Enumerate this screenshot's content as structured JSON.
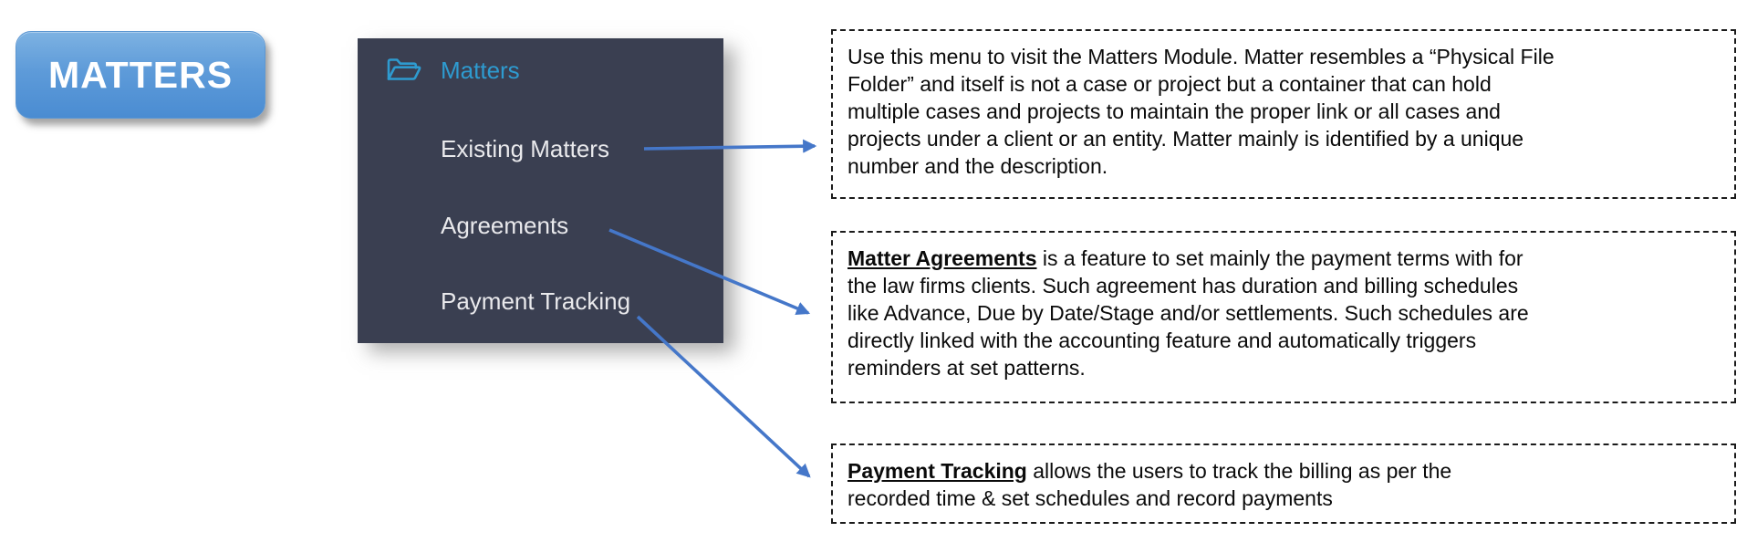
{
  "title_button": {
    "label": "MATTERS"
  },
  "colors": {
    "button_blue_top": "#7db2e2",
    "button_blue_bottom": "#4a8cd2",
    "sidebar_background": "#3a3f51",
    "sidebar_active_teal": "#2e9bd0",
    "sidebar_item_text": "#e9e9ec",
    "arrow_blue": "#4577c9",
    "note_border": "#1b1b1b"
  },
  "sidebar": {
    "items": [
      {
        "label": "Matters",
        "active": true,
        "icon": "open-folder-icon"
      },
      {
        "label": "Existing Matters",
        "active": false
      },
      {
        "label": "Agreements",
        "active": false
      },
      {
        "label": "Payment Tracking",
        "active": false
      }
    ]
  },
  "annotations": {
    "boxes": [
      {
        "id": "matters-note",
        "lines": [
          "Use this menu to visit the Matters Module. Matter resembles a “Physical File",
          "Folder” and itself is not a case or project but a container that can hold",
          "multiple cases and projects to maintain the proper link or all cases and",
          "projects under a client or an entity. Matter mainly is identified by a unique",
          "number and the description."
        ]
      },
      {
        "id": "agreements-note",
        "lines": [
          {
            "b": "Matter Agreements",
            "t": " is a feature to set mainly the payment terms with for"
          },
          "the law firms clients. Such agreement has duration and billing schedules",
          "like Advance, Due by Date/Stage and/or settlements. Such schedules are",
          "directly linked with the accounting feature and automatically triggers",
          "reminders at set patterns."
        ]
      },
      {
        "id": "payment-note",
        "lines": [
          {
            "b": "Payment Tracking",
            "t": " allows the users to track the billing as per the"
          },
          "recorded time & set schedules and record payments"
        ]
      }
    ]
  }
}
